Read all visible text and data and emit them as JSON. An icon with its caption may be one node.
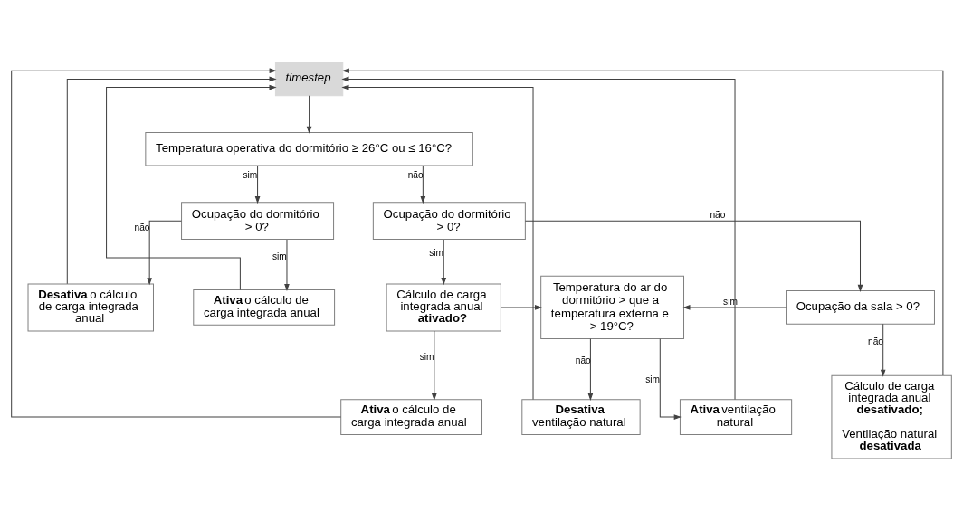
{
  "diagram": {
    "nodes": [
      {
        "text": [
          "timestep"
        ]
      },
      {
        "text": [
          "Temperatura operativa do dormitório ≥ 26°C ou ≤ 16°C?"
        ]
      },
      {
        "text": [
          "Ocupação do dormitório > 0?"
        ]
      },
      {
        "text": [
          "Ocupação do dormitório > 0?"
        ]
      },
      {
        "text": [
          "**Ativa** o cálculo de carga integrada anual"
        ]
      },
      {
        "text": [
          "**Desativa** o cálculo de carga integrada anual"
        ]
      },
      {
        "text": [
          "Cálculo de carga integrada anual **ativado?**"
        ]
      },
      {
        "text": [
          "Temperatura do ar do dormitório > que a temperatura externa e > 19°C?"
        ]
      },
      {
        "text": [
          "Ocupação da sala > 0?"
        ]
      },
      {
        "text": [
          "**Ativa** o cálculo de carga integrada anual"
        ]
      },
      {
        "text": [
          "**Ativa** ventilação natural"
        ]
      },
      {
        "text": [
          "**Desativa** ventilação natural"
        ]
      },
      {
        "text": [
          "Cálculo de carga integrada anual **desativado;**",
          "Ventilação natural **desativada**"
        ]
      }
    ],
    "edges": [
      {
        "from": 0,
        "to": 1,
        "arrow": "to"
      },
      {
        "from": 1,
        "to": 2,
        "arrow": "to",
        "label": "sim"
      },
      {
        "from": 1,
        "to": 3,
        "arrow": "to",
        "label": "não"
      },
      {
        "from": 2,
        "to": 4,
        "arrow": "to",
        "label": "sim"
      },
      {
        "from": 2,
        "to": 5,
        "arrow": "to",
        "label": "não"
      },
      {
        "from": 3,
        "to": 6,
        "arrow": "to",
        "label": "sim"
      },
      {
        "from": 3,
        "to": 8,
        "arrow": "to",
        "label": "não"
      },
      {
        "from": 6,
        "to": 7,
        "arrow": "to"
      },
      {
        "from": 8,
        "to": 7,
        "arrow": "to",
        "label": "sim"
      },
      {
        "from": 6,
        "to": 9,
        "arrow": "to",
        "label": "sim"
      },
      {
        "from": 7,
        "to": 10,
        "arrow": "to",
        "label": "sim"
      },
      {
        "from": 7,
        "to": 11,
        "arrow": "to",
        "label": "não"
      },
      {
        "from": 8,
        "to": 12,
        "arrow": "to",
        "label": "não"
      },
      {
        "from": 4,
        "to": 0,
        "arrow": "to"
      },
      {
        "from": 5,
        "to": 0,
        "arrow": "to"
      },
      {
        "from": 9,
        "to": 0,
        "arrow": "to"
      },
      {
        "from": 10,
        "to": 0,
        "arrow": "to"
      },
      {
        "from": 11,
        "to": 0,
        "arrow": "to"
      },
      {
        "from": 12,
        "to": 0,
        "arrow": "to"
      }
    ]
  }
}
